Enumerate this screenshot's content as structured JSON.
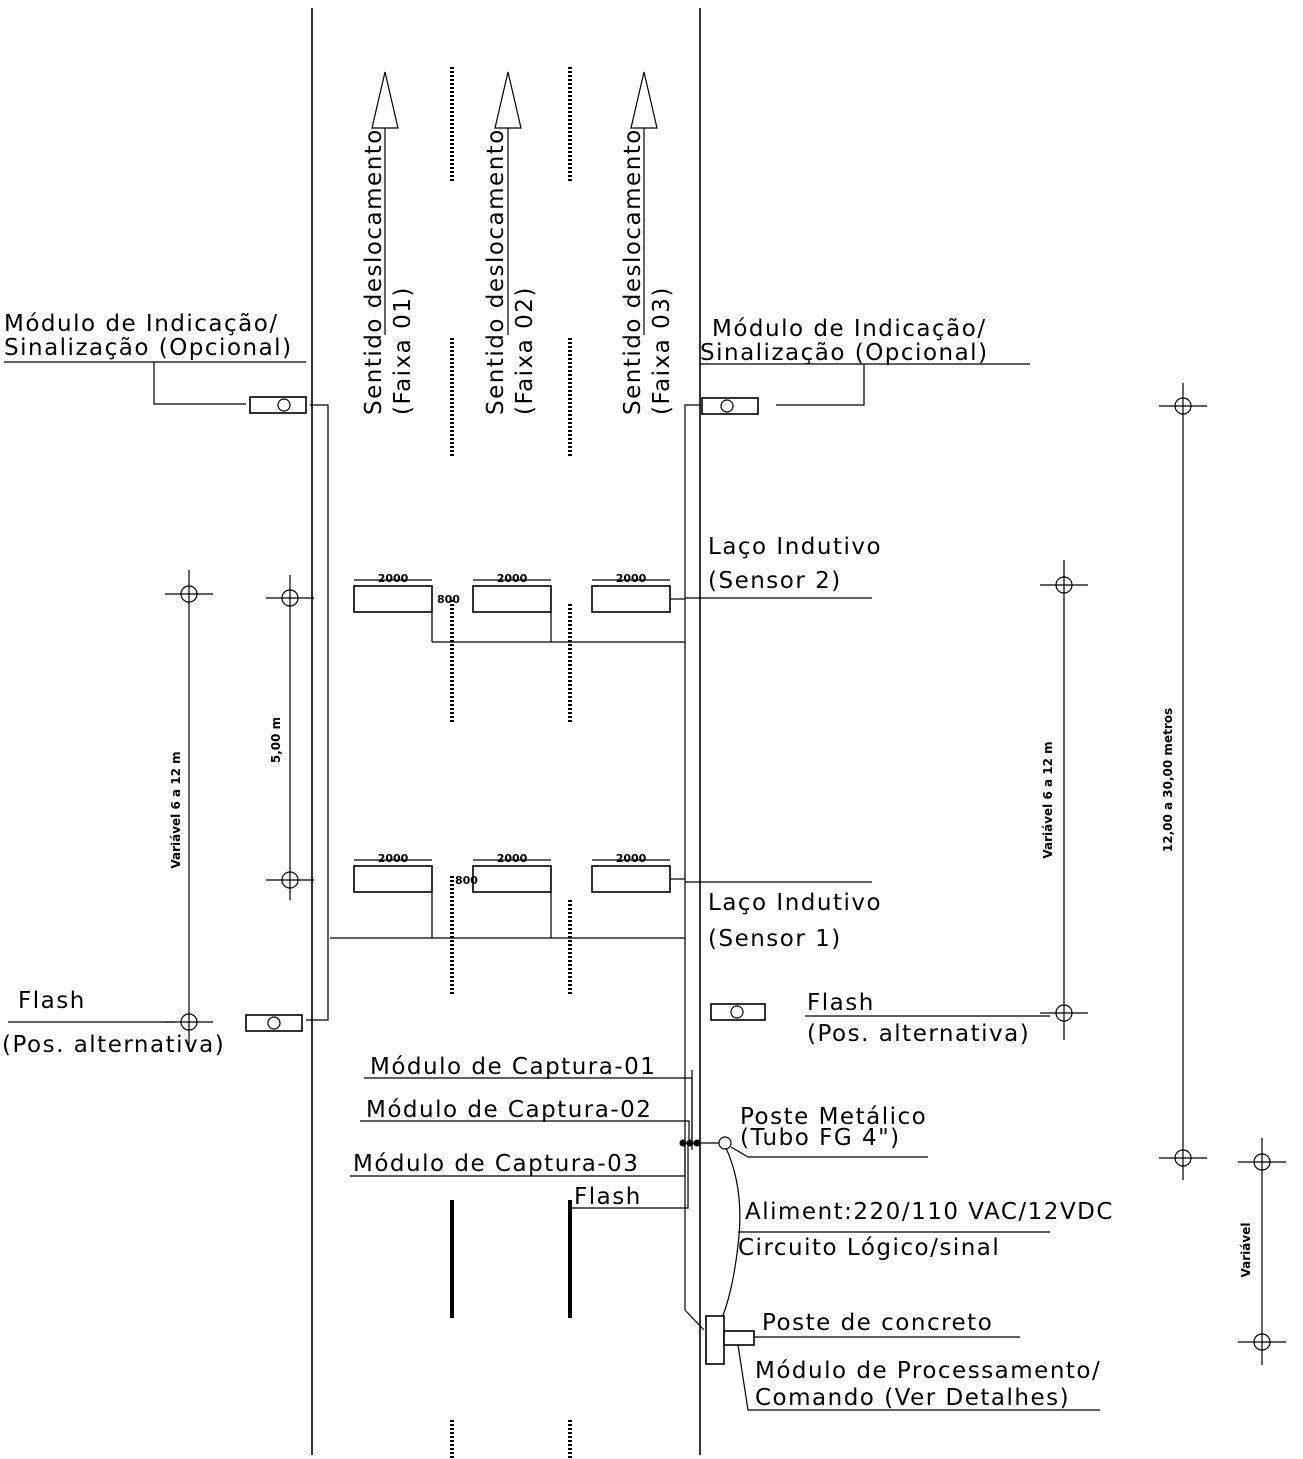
{
  "lanes": [
    {
      "line1": "Sentido deslocamento",
      "line2": "(Faixa 01)"
    },
    {
      "line1": "Sentido deslocamento",
      "line2": "(Faixa 02)"
    },
    {
      "line1": "Sentido deslocamento",
      "line2": "(Faixa 03)"
    }
  ],
  "left_indication": {
    "line1": "Módulo de Indicação/",
    "line2": "Sinalização (Opcional)"
  },
  "right_indication": {
    "line1": "Módulo de Indicação/",
    "line2": "Sinalização (Opcional)"
  },
  "sensor2": {
    "line1": "Laço Indutivo",
    "line2": "(Sensor 2)"
  },
  "sensor1": {
    "line1": "Laço Indutivo",
    "line2": "(Sensor 1)"
  },
  "loop_length": "2000",
  "loop_gap": "800",
  "left_flash": {
    "line1": "Flash",
    "line2": "(Pos. alternativa)"
  },
  "right_flash": {
    "line1": "Flash",
    "line2": "(Pos. alternativa)"
  },
  "capture_modules": [
    "Módulo de Captura-01",
    "Módulo de Captura-02",
    "Módulo de Captura-03"
  ],
  "flash_label": "Flash",
  "metal_pole": {
    "line1": "Poste Metálico",
    "line2": "(Tubo FG 4\")"
  },
  "power": {
    "line1": "Aliment:220/110 VAC/12VDC",
    "line2": "Circuito Lógico/sinal"
  },
  "concrete_pole": "Poste de concreto",
  "processing": {
    "line1": "Módulo de Processamento/",
    "line2": "Comando (Ver Detalhes)"
  },
  "dimensions": {
    "left_variable": "Variável 6 a 12 m",
    "spacing": "5,00 m",
    "right_variable": "Variável 6 a 12 m",
    "total": "12,00 a 30,00 metros",
    "bottom_variable": "Variável"
  }
}
